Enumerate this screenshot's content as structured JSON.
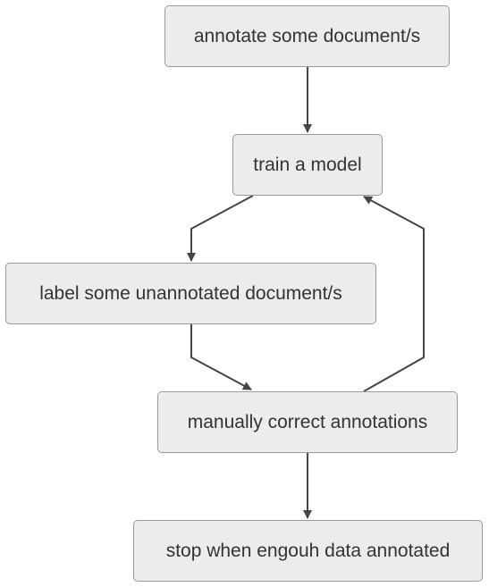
{
  "nodes": [
    {
      "id": "n1",
      "label": "annotate some document/s"
    },
    {
      "id": "n2",
      "label": "train a model"
    },
    {
      "id": "n3",
      "label": "label some unannotated document/s"
    },
    {
      "id": "n4",
      "label": "manually correct annotations"
    },
    {
      "id": "n5",
      "label": "stop when engouh data annotated"
    }
  ],
  "edges": [
    {
      "from": "n1",
      "to": "n2"
    },
    {
      "from": "n2",
      "to": "n3"
    },
    {
      "from": "n3",
      "to": "n4"
    },
    {
      "from": "n4",
      "to": "n2"
    },
    {
      "from": "n4",
      "to": "n5"
    }
  ],
  "colors": {
    "node_fill": "#ececec",
    "node_border": "#9a9a9a",
    "edge": "#444444",
    "text": "#333333"
  }
}
